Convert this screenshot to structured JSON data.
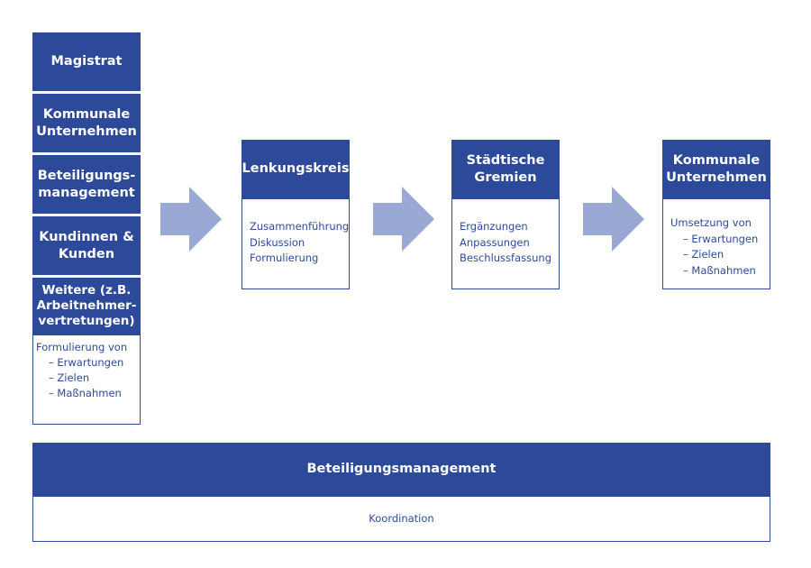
{
  "colors": {
    "primary": "#2d4a9a",
    "arrow": "#9aa8d4",
    "background": "#ffffff"
  },
  "left_column": {
    "cells": [
      "Magistrat",
      "Kommunale\nUnternehmen",
      "Beteiligungs-\nmanagement",
      "Kundinnen &\nKunden",
      "Weitere (z.B.\nArbeitnehmer-\nvertretungen)"
    ],
    "body_title": "Formulierung von",
    "body_items": [
      "– Erwartungen",
      "– Zielen",
      "– Maßnahmen"
    ]
  },
  "process": [
    {
      "title": "Lenkungskreis",
      "lines": [
        "Zusammenführung",
        "Diskussion",
        "Formulierung"
      ]
    },
    {
      "title": "Städtische\nGremien",
      "lines": [
        "Ergänzungen",
        "Anpassungen",
        "Beschlussfassung"
      ]
    },
    {
      "title": "Kommunale\nUnternehmen",
      "intro": "Umsetzung von",
      "items": [
        "– Erwartungen",
        "– Zielen",
        "– Maßnahmen"
      ]
    }
  ],
  "bottom": {
    "title": "Beteiligungsmanagement",
    "subtitle": "Koordination"
  }
}
